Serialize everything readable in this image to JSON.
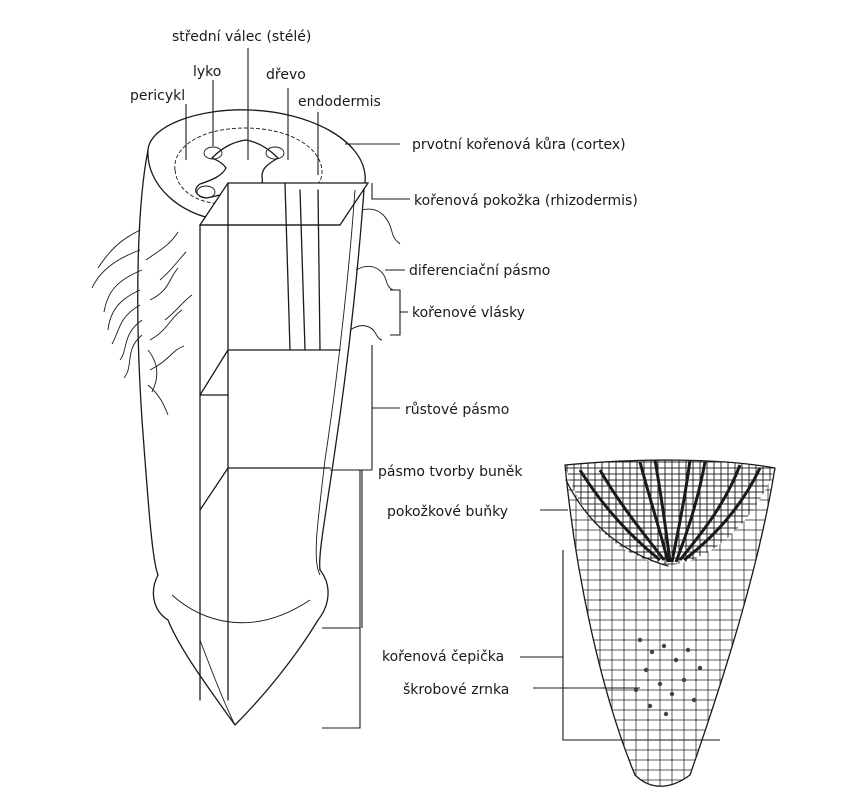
{
  "diagram": {
    "labels": {
      "stele": "střední válec (stélé)",
      "phloem": "lyko",
      "xylem": "dřevo",
      "pericycle": "pericykl",
      "endodermis": "endodermis",
      "cortex": "prvotní kořenová kůra (cortex)",
      "rhizodermis": "kořenová pokožka (rhizodermis)",
      "differentiation_zone": "diferenciační pásmo",
      "root_hairs": "kořenové vlásky",
      "growth_zone": "růstové pásmo",
      "meristem_zone": "pásmo tvorby buněk",
      "epidermal_cells": "pokožkové buňky",
      "root_cap": "kořenová čepička",
      "starch_grains": "škrobové zrnka"
    }
  }
}
